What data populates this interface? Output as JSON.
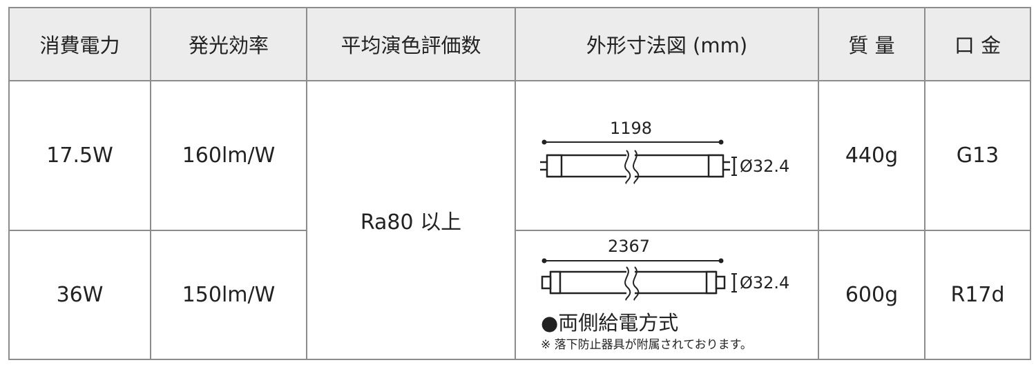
{
  "table": {
    "headers": {
      "power": "消費電力",
      "efficiency": "発光効率",
      "cri": "平均演色評価数",
      "drawing": "外形寸法図 (mm)",
      "weight": "質 量",
      "base": "口 金"
    },
    "rows": [
      {
        "power": "17.5W",
        "efficiency": "160lm/W",
        "length": "1198",
        "diameter": "Ø32.4",
        "weight": "440g",
        "base": "G13"
      },
      {
        "power": "36W",
        "efficiency": "150lm/W",
        "length": "2367",
        "diameter": "Ø32.4",
        "weight": "600g",
        "base": "R17d",
        "feed_note": "●両側給電方式",
        "accessory_note": "※ 落下防止器具が附属されております。"
      }
    ],
    "cri_value": "Ra80 以上"
  }
}
